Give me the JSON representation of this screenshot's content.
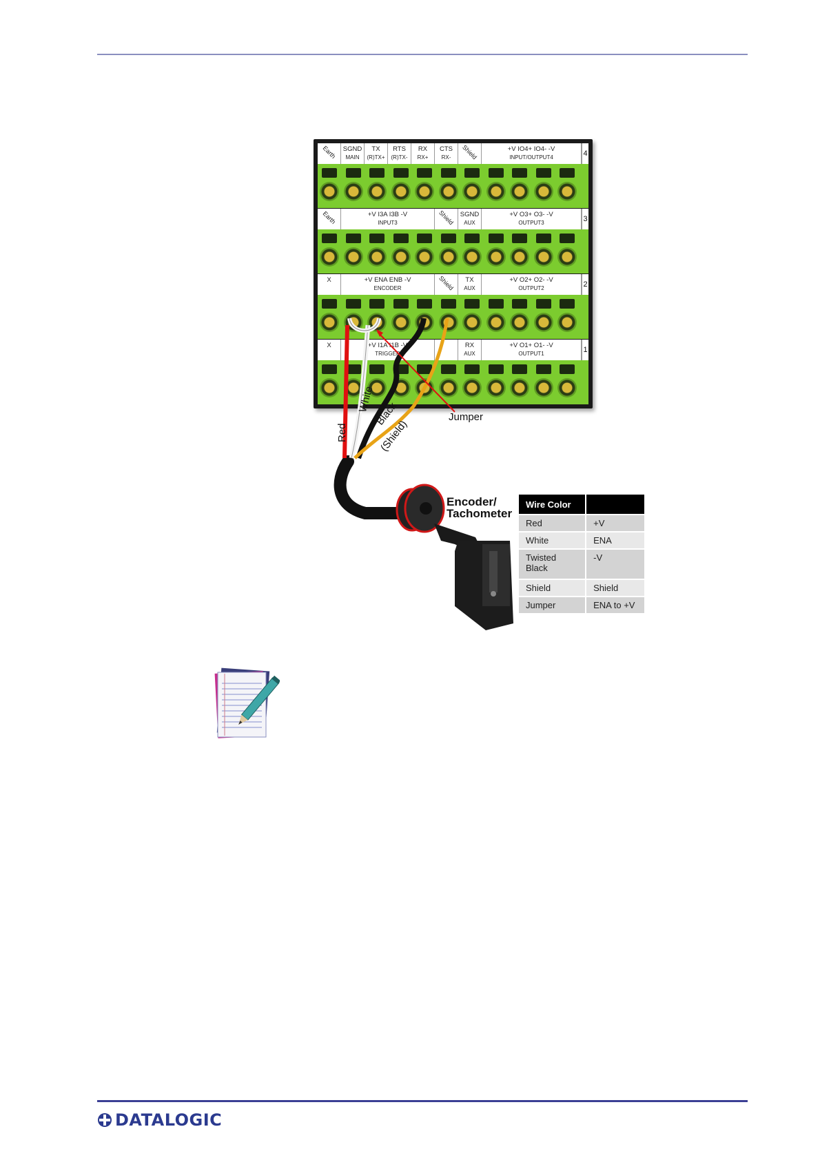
{
  "board": {
    "rows": [
      {
        "number": "4",
        "labels": [
          {
            "text": "Earth",
            "rot": true,
            "w": 34
          },
          {
            "text": "SGND",
            "sub": "MAIN",
            "w": 34
          },
          {
            "text": "TX",
            "sub": "(R)TX+",
            "w": 34
          },
          {
            "text": "RTS",
            "sub": "(R)TX-",
            "w": 34
          },
          {
            "text": "RX",
            "sub": "RX+",
            "w": 34
          },
          {
            "text": "CTS",
            "sub": "RX-",
            "w": 34
          },
          {
            "text": "Shield",
            "rot": true,
            "w": 34
          },
          {
            "text": "+V   IO4+   IO4-   -V",
            "sub": "INPUT/OUTPUT4",
            "w": 145
          }
        ]
      },
      {
        "number": "3",
        "labels": [
          {
            "text": "Earth",
            "rot": true,
            "w": 34
          },
          {
            "text": "+V   I3A   I3B   -V",
            "sub": "INPUT3",
            "w": 136
          },
          {
            "text": "Shield",
            "rot": true,
            "w": 34
          },
          {
            "text": "SGND",
            "sub": "AUX",
            "w": 34
          },
          {
            "text": "+V   O3+   O3-   -V",
            "sub": "OUTPUT3",
            "w": 145
          }
        ]
      },
      {
        "number": "2",
        "labels": [
          {
            "text": "X",
            "w": 34
          },
          {
            "text": "+V   ENA   ENB   -V",
            "sub": "ENCODER",
            "w": 136
          },
          {
            "text": "Shield",
            "rot": true,
            "w": 34
          },
          {
            "text": "TX",
            "sub": "AUX",
            "w": 34
          },
          {
            "text": "+V   O2+   O2-   -V",
            "sub": "OUTPUT2",
            "w": 145
          }
        ]
      },
      {
        "number": "1",
        "labels": [
          {
            "text": "X",
            "w": 34
          },
          {
            "text": "+V   I1A   I1B   -V",
            "sub": "TRIGGER",
            "w": 136
          },
          {
            "text": "",
            "rot": true,
            "w": 34
          },
          {
            "text": "RX",
            "sub": "AUX",
            "w": 34
          },
          {
            "text": "+V   O1+   O1-   -V",
            "sub": "OUTPUT1",
            "w": 145
          }
        ]
      }
    ]
  },
  "labels": {
    "red": "Red",
    "white": "White",
    "black": "Black",
    "shield": "(Shield)",
    "jumper": "Jumper",
    "encoder_line1": "Encoder/",
    "encoder_line2": "Tachometer"
  },
  "wire_table": {
    "header": [
      "Wire Color",
      ""
    ],
    "rows": [
      [
        "Red",
        "+V"
      ],
      [
        "White",
        "ENA"
      ],
      [
        "Twisted Black",
        "-V"
      ],
      [
        "Shield",
        "Shield"
      ],
      [
        "Jumper",
        "ENA to +V"
      ]
    ]
  },
  "footer": {
    "logo_text": "DATALOGIC"
  },
  "colors": {
    "brand": "#2b3a8f",
    "terminal_green": "#7ccc2f",
    "wire_red": "#e01010",
    "wire_shield": "#e8a317"
  }
}
